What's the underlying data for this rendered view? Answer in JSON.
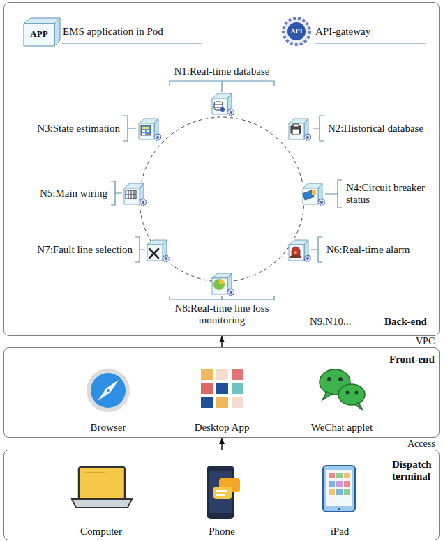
{
  "diagram": {
    "nodes": [
      {
        "text": [
          "Back-end"
        ]
      },
      {
        "text": [
          "Front-end"
        ]
      },
      {
        "text": [
          "Dispatch terminal"
        ]
      }
    ],
    "edges": [
      {
        "from": 1,
        "to": 0,
        "arrow": "to"
      },
      {
        "from": 2,
        "to": 1,
        "arrow": "to"
      }
    ],
    "labels": [
      "APP",
      "EMS application in Pod",
      "API",
      "API-gateway",
      "N1:Real-time database",
      "N2:Historical database",
      "N3:State estimation",
      "N4:Circuit breaker status",
      "N5:Main wiring",
      "N6:Real-time alarm",
      "N7:Fault line selection",
      "N8:Real-time line loss monitoring",
      "N9,N10...",
      "VPC",
      "Access",
      "Browser",
      "Desktop App",
      "WeChat applet",
      "Computer",
      "Phone",
      "iPad"
    ]
  }
}
